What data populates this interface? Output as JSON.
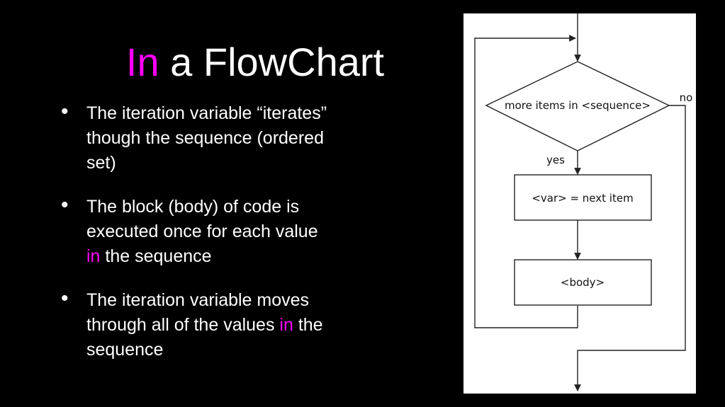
{
  "slide": {
    "title_keyword": "In",
    "title_rest": " a FlowChart",
    "bullets": [
      {
        "text_before": "The iteration variable “iterates” though the sequence (ordered set)",
        "keyword": "",
        "text_after": ""
      },
      {
        "text_before": "The block (body) of code is executed once for each value ",
        "keyword": "in",
        "text_after": " the sequence"
      },
      {
        "text_before": "The iteration variable moves through all of the values ",
        "keyword": "in",
        "text_after": " the sequence"
      }
    ]
  },
  "flowchart": {
    "decision": "more items in <sequence>",
    "yes_label": "yes",
    "no_label": "no",
    "assign_box": "<var> = next item",
    "body_box": "<body>"
  },
  "colors": {
    "background": "#000000",
    "text": "#ffffff",
    "keyword": "#ff00ff",
    "diagram_bg": "#ffffff",
    "diagram_stroke": "#222222"
  }
}
